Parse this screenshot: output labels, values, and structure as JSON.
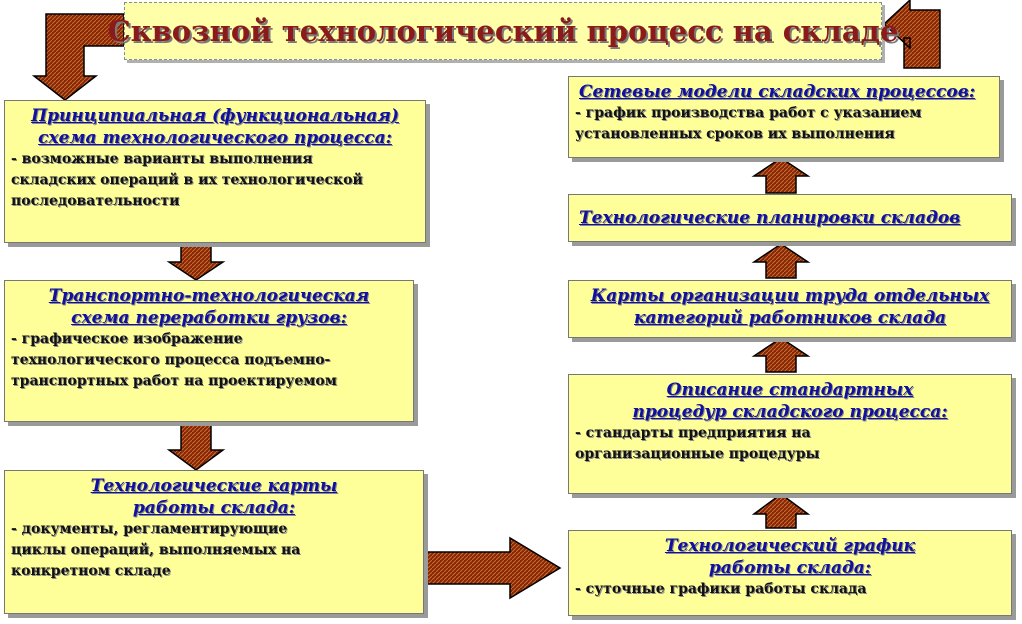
{
  "title": "Сквозной технологический процесс на складе",
  "left_column": [
    {
      "heading": [
        "Принципиальная (функциональная)",
        "схема технологического процесса:"
      ],
      "body": [
        " - возможные варианты выполнения",
        "складских операций в их технологической",
        "последовательности"
      ]
    },
    {
      "heading": [
        "Транспортно-технологическая",
        "схема переработки грузов:"
      ],
      "body": [
        "- графическое изображение",
        "технологического процесса подъемно-",
        "транспортных работ на проектируемом"
      ]
    },
    {
      "heading": [
        "Технологические карты",
        "работы склада:"
      ],
      "body": [
        "- документы, регламентирующие",
        "циклы операций, выполняемых на",
        "конкретном складе"
      ]
    }
  ],
  "right_column": [
    {
      "heading": [
        "Сетевые модели складских процессов:"
      ],
      "body": [
        "- график производства работ с указанием",
        "установленных сроков их выполнения"
      ]
    },
    {
      "heading": [
        "Технологические планировки складов"
      ],
      "body": []
    },
    {
      "heading": [
        "Карты организации труда отдельных",
        "категорий работников склада"
      ],
      "body": []
    },
    {
      "heading": [
        "Описание стандартных",
        "процедур складского процесса:"
      ],
      "body": [
        "- стандарты предприятия на",
        "организационные процедуры"
      ]
    },
    {
      "heading": [
        "Технологический график",
        "работы склада:"
      ],
      "body": [
        "- суточные графики работы склада"
      ]
    }
  ],
  "colors": {
    "box_fill": "#ffff99",
    "heading_text": "#1010a0",
    "title_text": "#8b1a1a",
    "arrow_fill": "#8b2500"
  }
}
